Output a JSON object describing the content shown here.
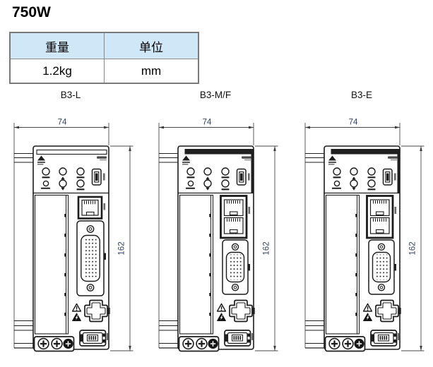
{
  "page": {
    "title": "750W"
  },
  "spec_table": {
    "headers": [
      "重量",
      "单位"
    ],
    "values": [
      "1.2kg",
      "mm"
    ]
  },
  "drawings": {
    "width_label": "74",
    "height_label": "162",
    "variants": [
      {
        "label": "B3-L"
      },
      {
        "label": "B3-M/F"
      },
      {
        "label": "B3-E"
      }
    ]
  },
  "colors": {
    "table_header_bg": "#cfe7f6",
    "dimension_text": "#334360",
    "line_art": "#1c1c1c"
  }
}
